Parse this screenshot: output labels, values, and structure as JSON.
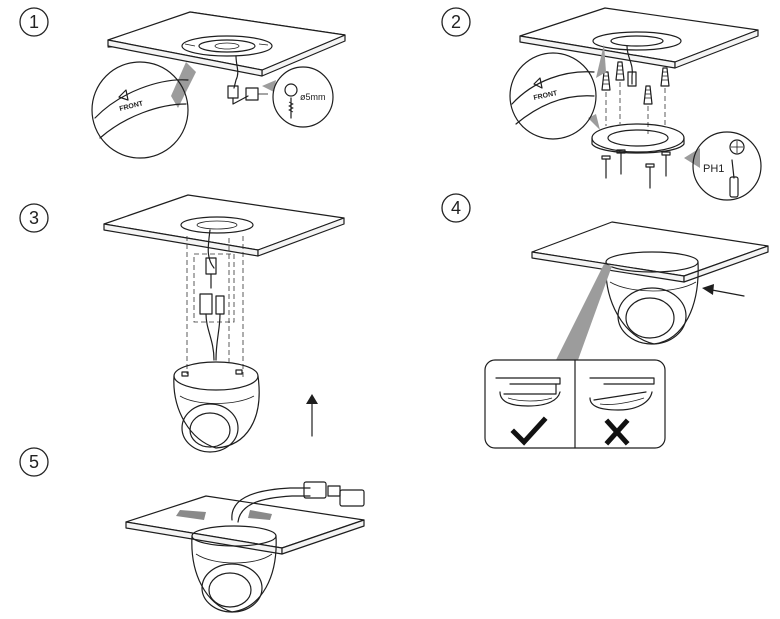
{
  "steps": [
    {
      "number": "1"
    },
    {
      "number": "2"
    },
    {
      "number": "3"
    },
    {
      "number": "4"
    },
    {
      "number": "5"
    }
  ],
  "step1": {
    "front_label": "FRONT",
    "drill_label": "ø5mm"
  },
  "step2": {
    "front_label": "FRONT",
    "screwdriver_label": "PH1"
  },
  "colors": {
    "line": "#1e1e1e",
    "callout_gray": "#9c9c9c",
    "background": "#ffffff"
  },
  "icons": {
    "correct": "check-mark-icon",
    "wrong": "cross-mark-icon"
  }
}
